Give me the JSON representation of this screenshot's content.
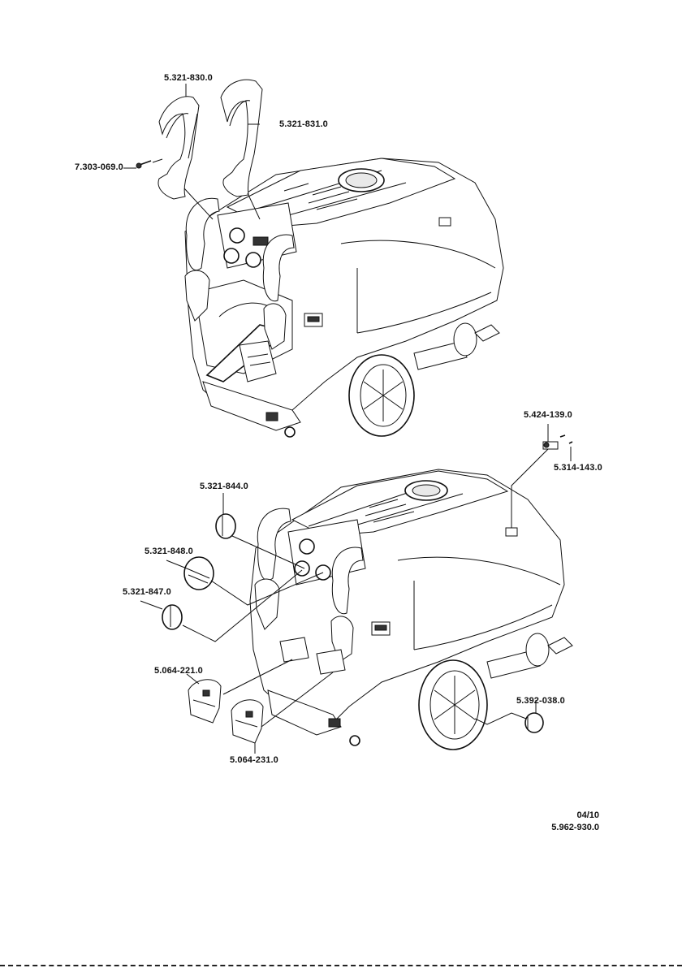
{
  "diagram": {
    "title": "Exploded parts diagram - pressure washer handles, knobs, holders and caps",
    "views": [
      "upper-assembly-view",
      "lower-assembly-view"
    ],
    "part_labels": {
      "handle_left": "5.321-830.0",
      "handle_right": "5.321-831.0",
      "screw": "7.303-069.0",
      "clip": "5.424-139.0",
      "pin": "5.314-143.0",
      "knob_small": "5.321-844.0",
      "knob_large": "5.321-848.0",
      "knob_pointer": "5.321-847.0",
      "holder_left": "5.064-221.0",
      "holder_right": "5.064-231.0",
      "wheel_cap": "5.392-038.0"
    },
    "footer": {
      "date": "04/10",
      "document_number": "5.962-930.0"
    }
  }
}
